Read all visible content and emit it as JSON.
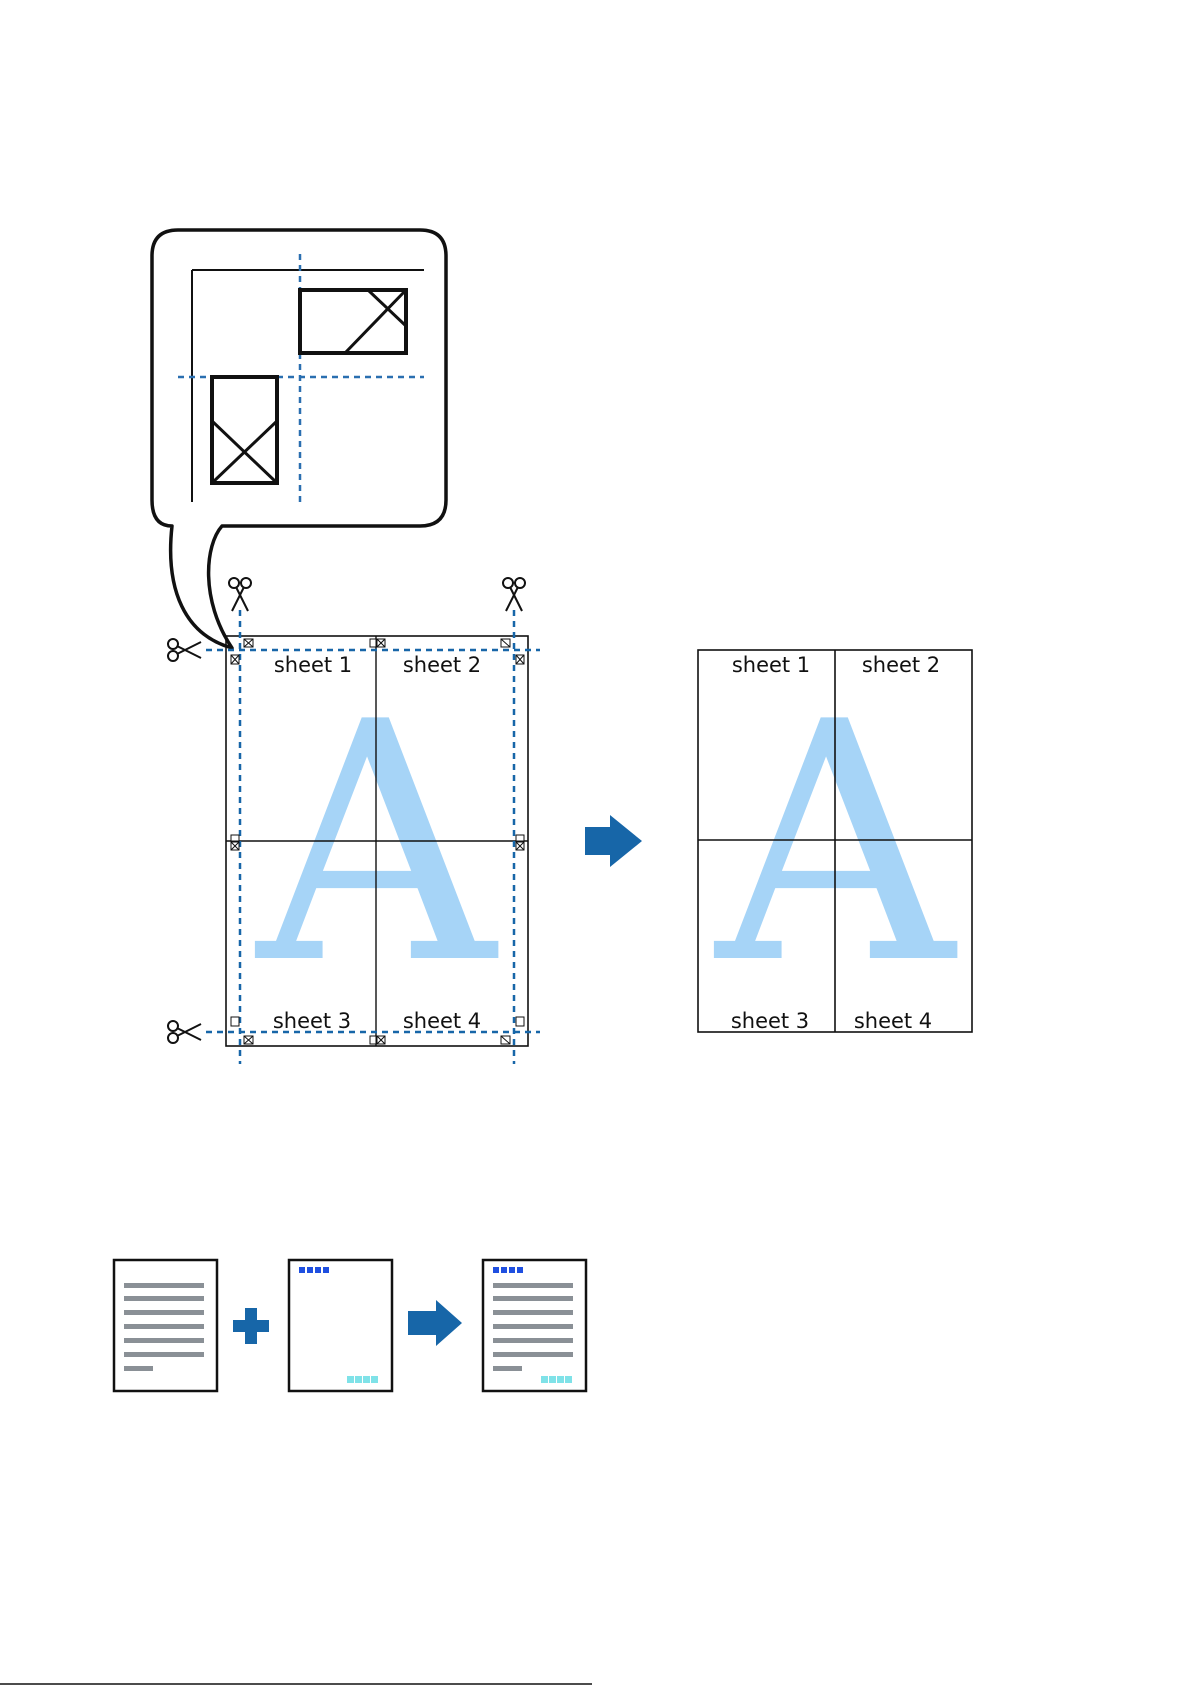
{
  "colors": {
    "accent_blue": "#1766a8",
    "dash_blue": "#2a6fb0",
    "watermark_blue": "#a6d4f7",
    "header_dots": "#1f4fe0",
    "footer_dots": "#7fe2e8",
    "text_line_gray": "#8a9096",
    "ink": "#111111"
  },
  "icons": [
    "scissors-icon",
    "arrow-right-icon",
    "plus-icon",
    "registration-mark-icon"
  ],
  "poster_print": {
    "watermark_letter": "A",
    "sheets_before": [
      "sheet 1",
      "sheet 2",
      "sheet 3",
      "sheet 4"
    ],
    "sheets_after": [
      "sheet 1",
      "sheet 2",
      "sheet 3",
      "sheet 4"
    ]
  },
  "header_footer_print": {
    "document_lines": 7
  }
}
